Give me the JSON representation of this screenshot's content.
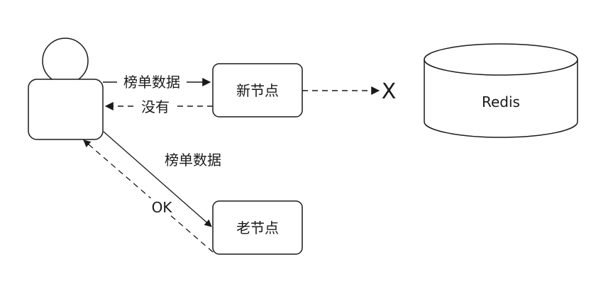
{
  "nodes": {
    "new_node": {
      "label": "新节点"
    },
    "old_node": {
      "label": "老节点"
    },
    "redis": {
      "label": "Redis"
    }
  },
  "edges": {
    "write_new": {
      "label": "榜单数据"
    },
    "reply_new": {
      "label": "没有"
    },
    "write_old": {
      "label": "榜单数据"
    },
    "reply_old": {
      "label": "OK"
    },
    "new_to_redis": {
      "label": "X"
    }
  },
  "colors": {
    "stroke": "#1a1a1a",
    "background": "#ffffff"
  }
}
